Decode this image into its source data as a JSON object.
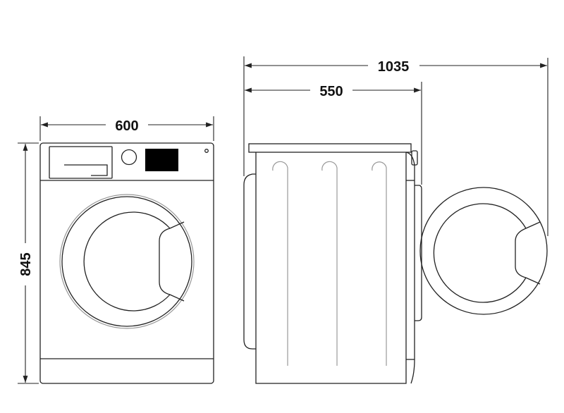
{
  "dimensions": {
    "width_front": "600",
    "height": "845",
    "depth": "550",
    "depth_door_open": "1035"
  },
  "colors": {
    "line": "#222222",
    "display": "#000000"
  }
}
